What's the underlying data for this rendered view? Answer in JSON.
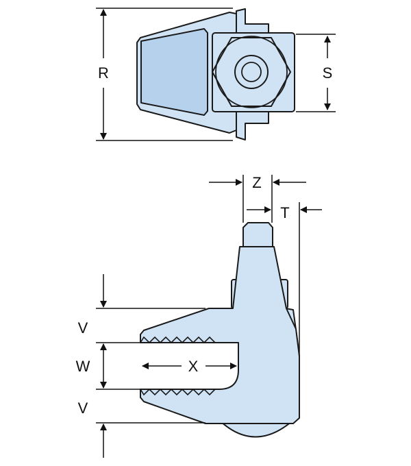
{
  "colors": {
    "part_fill": "#cfe3f5",
    "part_fill_dark": "#b5d1ec",
    "outline": "#1a1a1a",
    "dimension": "#111111"
  },
  "top_view": {
    "labels": {
      "r": "R",
      "s": "S"
    }
  },
  "side_view": {
    "labels": {
      "z": "Z",
      "t": "T",
      "v_upper": "V",
      "w": "W",
      "x": "X",
      "v_lower": "V"
    }
  }
}
